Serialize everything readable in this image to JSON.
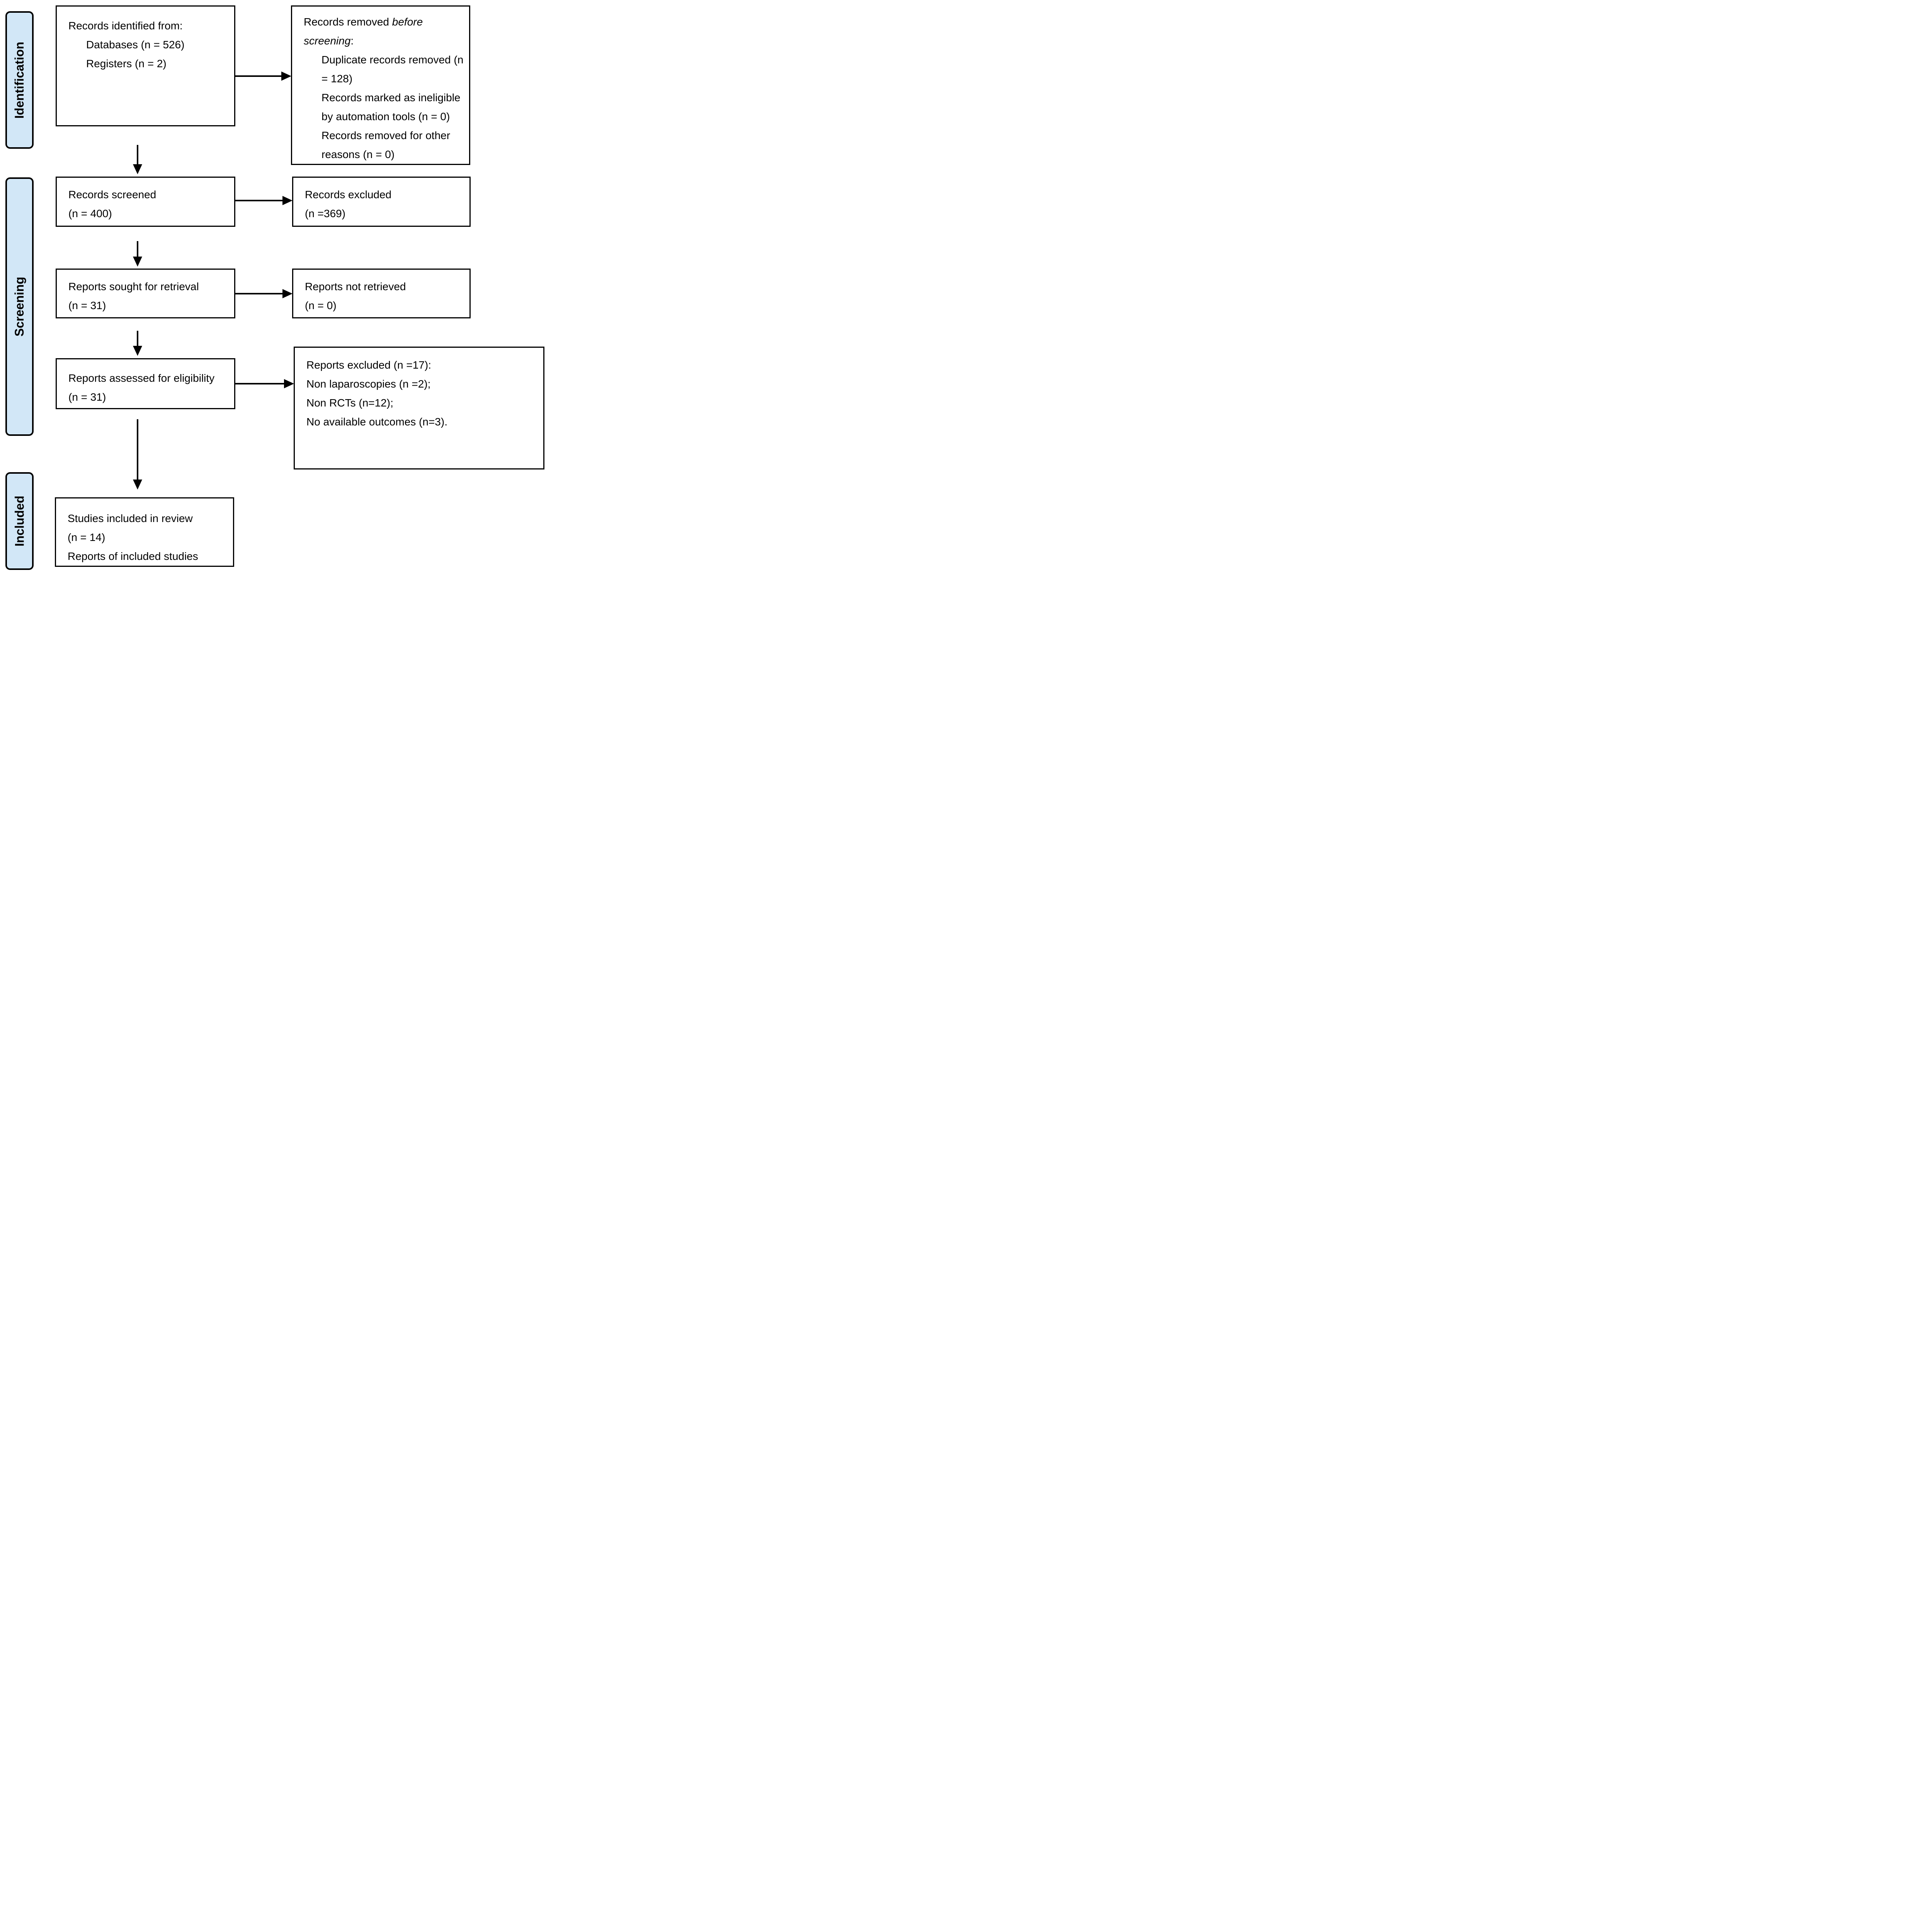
{
  "colors": {
    "stage_fill": "#D2E7F7",
    "box_fill": "#FFFFFF",
    "border": "#000000",
    "text": "#000000"
  },
  "stages": {
    "identification": "Identification",
    "screening": "Screening",
    "included": "Included"
  },
  "boxes": {
    "identified": {
      "lines": [
        "Records identified from:",
        "Databases (n = 526)",
        "Registers (n = 2)"
      ]
    },
    "removed_before_screening": {
      "line1_normal": "Records removed ",
      "line1_italic": "before",
      "line2_italic": "screening",
      "line2_normal": ":",
      "detail_lines": [
        "Duplicate records removed (n",
        "= 128)",
        "Records marked as ineligible",
        "by automation tools (n = 0)",
        "Records removed for other",
        "reasons (n = 0)"
      ]
    },
    "screened": {
      "lines": [
        "Records screened",
        "(n = 400)"
      ]
    },
    "records_excluded": {
      "lines": [
        "Records excluded",
        "(n =369)"
      ]
    },
    "sought_for_retrieval": {
      "lines": [
        "Reports sought for retrieval",
        "(n = 31)"
      ]
    },
    "not_retrieved": {
      "lines": [
        "Reports not retrieved",
        "(n = 0)"
      ]
    },
    "assessed_for_eligibility": {
      "lines": [
        "Reports assessed for eligibility",
        "(n = 31)"
      ]
    },
    "reports_excluded": {
      "lines": [
        "Reports excluded (n =17):",
        "Non laparoscopies (n =2);",
        "Non RCTs (n=12);",
        "No available outcomes (n=3)."
      ]
    },
    "studies_included": {
      "lines": [
        "Studies included in review",
        "(n = 14)",
        "Reports of included studies"
      ]
    }
  }
}
